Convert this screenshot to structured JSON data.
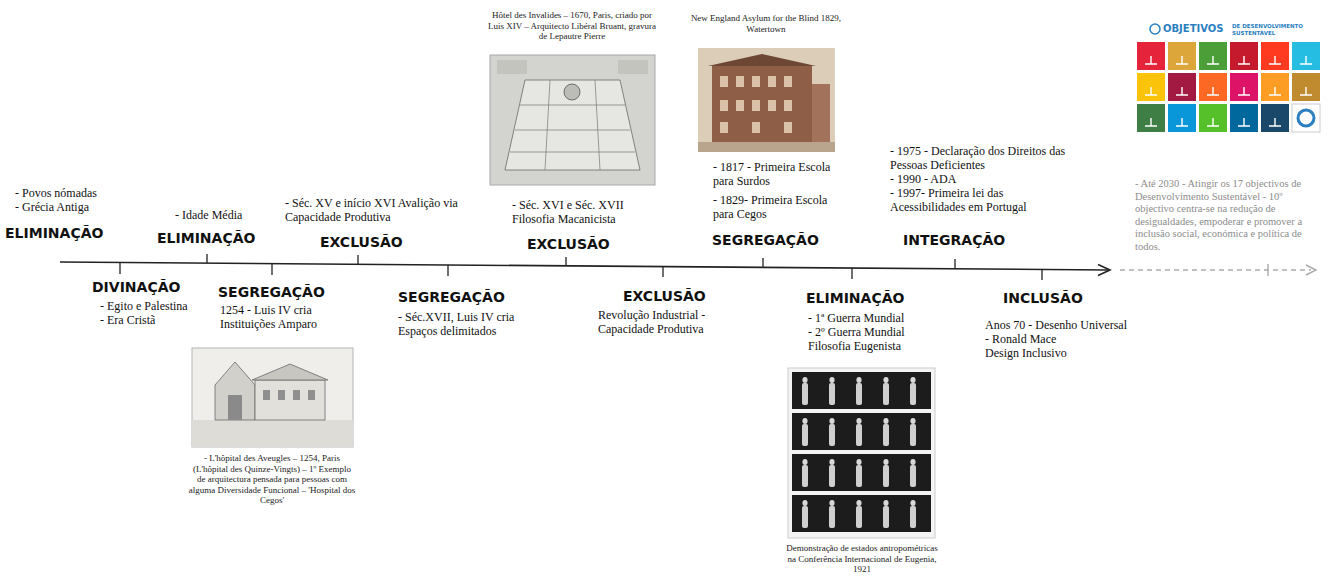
{
  "diagram": {
    "labels": [
      "- Povos nómadas",
      "- Grécia Antiga",
      "ELIMINAÇÃO",
      "DIVINAÇÃO",
      "- Egito e Palestina",
      "- Era Cristã",
      "- Idade Média",
      "ELIMINAÇÃO",
      "SEGREGAÇÃO",
      "1254 - Luis IV cria Instituições Amparo",
      "- L'hôpital des Aveugles – 1254, Paris (L'hôpital des Quinze-Vingts) – 1º Exemplo de arquitectura pensada para pessoas com alguma Diversidade Funcional – 'Hospital dos Cegos'",
      "- Séc. XV e início XVI Avalição via Capacidade Produtiva",
      "EXCLUSÃO",
      "SEGREGAÇÃO",
      "- Séc.XVII, Luis IV cria Espaços delimitados",
      "Hôtel des Invalides – 1670, Paris, criado por Luis XIV – Arquitecto Libéral Bruant, gravura de Lepautre Pierre",
      "- Séc. XVI e Séc. XVII Filosofia Macanicista",
      "EXCLUSÃO",
      "EXCLUSÃO",
      "Revolução Industrial - Capacidade Produtiva",
      "New England Asylum for the Blind 1829, Watertown",
      "- 1817 - Primeira Escola para Surdos",
      "- 1829- Primeira Escola para Cegos",
      "SEGREGAÇÃO",
      "ELIMINAÇÃO",
      "- 1ª Guerra Mundial",
      "- 2º Guerra Mundial",
      "Filosofia Eugenista",
      "Demonstração de estados antropométricas na Conferência Internacional de Eugenia, 1921",
      "- 1975 - Declaração dos Direitos das Pessoas Deficientes",
      "- 1990 - ADA",
      "- 1997- Primeira lei das Acessibilidades em Portugal",
      "INTEGRAÇÃO",
      "INCLUSÃO",
      "Anos 70 - Desenho Universal",
      "- Ronald Mace",
      "Design Inclusivo",
      "OBJETIVOS",
      "DE DESENVOLVIMENTO SUSTENTÁVEL",
      "- Até 2030 - Atingir os 17 objectivos de Desenvolvimento Sustentável - 10º objectivo centra-se na redução de desigualdades, empoderar e promover a inclusão social, económica e política de todos."
    ]
  }
}
